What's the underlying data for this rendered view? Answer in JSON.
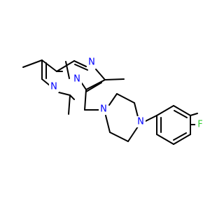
{
  "molecule": {
    "atoms": {
      "n_imid": {
        "symbol": "N",
        "color": "#0000ff"
      },
      "n_bridge": {
        "symbol": "N",
        "color": "#0000ff"
      },
      "n_pyr": {
        "symbol": "N",
        "color": "#0000ff"
      },
      "n_pip1": {
        "symbol": "N",
        "color": "#0000ff"
      },
      "n_pip2": {
        "symbol": "N",
        "color": "#0000ff"
      },
      "f": {
        "symbol": "F",
        "color": "#33cc33"
      }
    },
    "bond_color": "#000000",
    "background": "#ffffff"
  }
}
